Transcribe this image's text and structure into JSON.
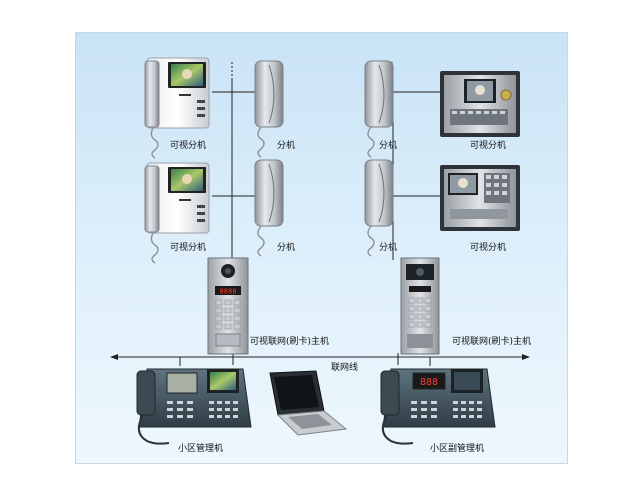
{
  "labels": {
    "vis_tl": "可视分机",
    "ext_tl": "分机",
    "ext_tr": "分机",
    "vis_tr": "可视分机",
    "vis_ml": "可视分机",
    "ext_ml": "分机",
    "ext_mr": "分机",
    "vis_mr": "可视分机",
    "host_left": "可视联网(刷卡)主机",
    "host_right": "可视联网(刷卡)主机",
    "network_line": "联网线",
    "mgmt_main": "小区管理机",
    "mgmt_sub": "小区副管理机"
  },
  "displays": {
    "host_left_code": "8888",
    "sub_console_code": "888"
  },
  "colors": {
    "background": "#dcecf8",
    "wire": "#222222"
  },
  "icons": [
    "indoor-monitor-icon",
    "handset-extension-icon",
    "flush-video-monitor-icon",
    "door-station-icon",
    "management-console-icon",
    "laptop-icon"
  ]
}
